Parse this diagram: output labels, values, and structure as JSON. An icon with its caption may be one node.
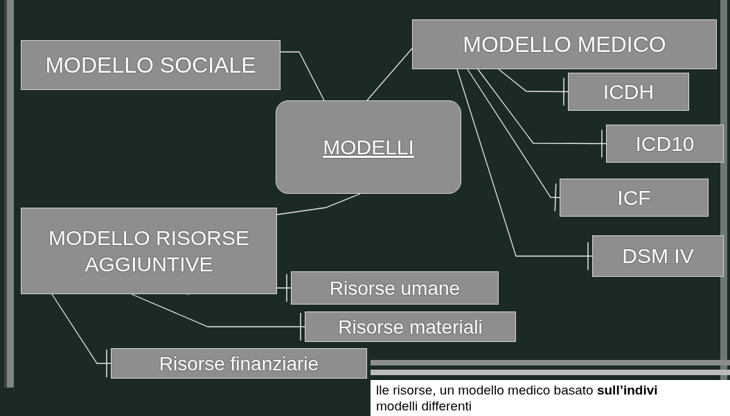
{
  "diagram": {
    "nodes": [
      {
        "text": [
          "MODELLO SOCIALE"
        ]
      },
      {
        "text": [
          "MODELLO MEDICO"
        ]
      },
      {
        "text": [
          "MODELLI"
        ]
      },
      {
        "text": [
          "ICDH"
        ]
      },
      {
        "text": [
          "ICD10"
        ]
      },
      {
        "text": [
          "ICF"
        ]
      },
      {
        "text": [
          "DSM IV"
        ]
      },
      {
        "text": [
          "MODELLO RISORSE AGGIUNTIVE"
        ]
      },
      {
        "text": [
          "Risorse umane"
        ]
      },
      {
        "text": [
          "Risorse materiali"
        ]
      },
      {
        "text": [
          "Risorse finanziarie"
        ]
      }
    ],
    "edges": [
      {
        "from": 0,
        "to": 2,
        "arrow": "none"
      },
      {
        "from": 1,
        "to": 2,
        "arrow": "none"
      },
      {
        "from": 7,
        "to": 2,
        "arrow": "none"
      },
      {
        "from": 1,
        "to": 3,
        "arrow": "other"
      },
      {
        "from": 1,
        "to": 4,
        "arrow": "other"
      },
      {
        "from": 1,
        "to": 5,
        "arrow": "other"
      },
      {
        "from": 1,
        "to": 6,
        "arrow": "other"
      },
      {
        "from": 7,
        "to": 8,
        "arrow": "other"
      },
      {
        "from": 7,
        "to": 9,
        "arrow": "other"
      },
      {
        "from": 7,
        "to": 10,
        "arrow": "other"
      }
    ],
    "labels": [
      "lle risorse, un modello medico basato **sull’indivi**",
      "modelli differenti"
    ]
  }
}
